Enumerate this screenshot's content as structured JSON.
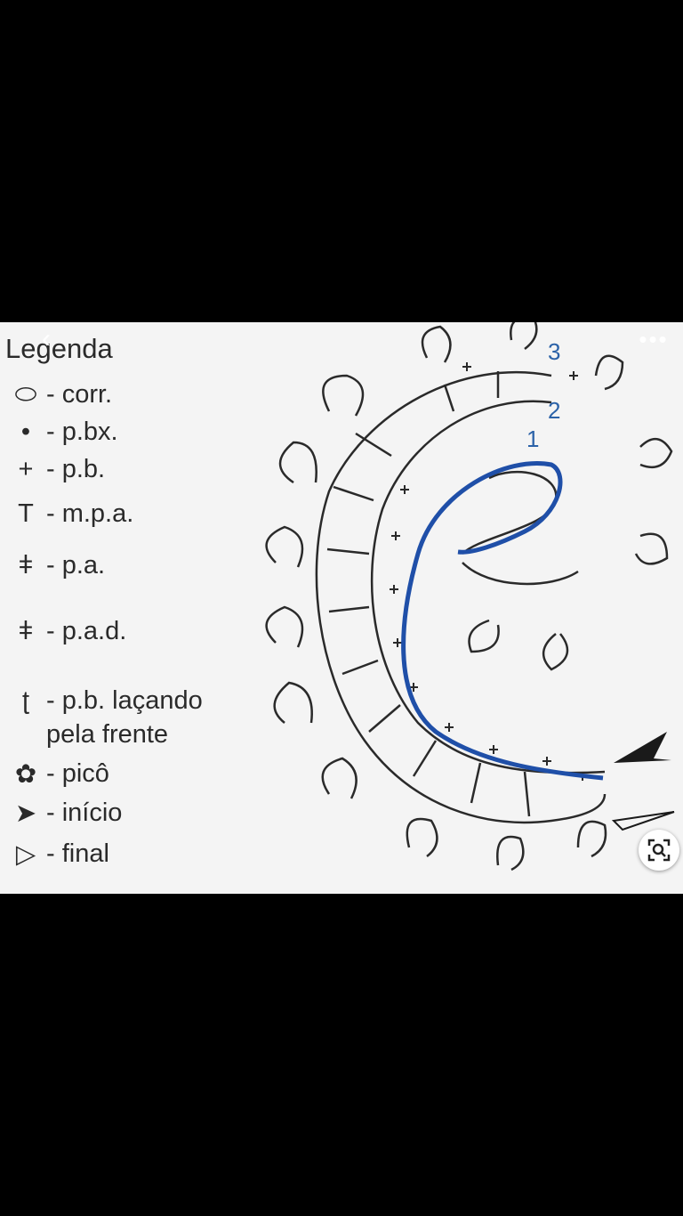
{
  "toolbar": {
    "back_icon": "chevron-left-icon",
    "more_icon": "more-dots-icon",
    "lens_icon": "visual-search-icon"
  },
  "legend": {
    "title": "Legenda",
    "items": [
      {
        "symbol": "⬭",
        "label": "- corr."
      },
      {
        "symbol": "•",
        "label": "- p.bx."
      },
      {
        "symbol": "+",
        "label": "- p.b."
      },
      {
        "symbol": "T",
        "label": "- m.p.a."
      },
      {
        "symbol": "ǂ",
        "label": "- p.a."
      },
      {
        "symbol": "ǂ",
        "label": "- p.a.d."
      },
      {
        "symbol": "ʈ",
        "label": "- p.b. laçando"
      },
      {
        "symbol": "",
        "label": "pela frente"
      },
      {
        "symbol": "✿",
        "label": "- picô"
      },
      {
        "symbol": "➤",
        "label": "- início"
      },
      {
        "symbol": "▷",
        "label": "- final"
      }
    ]
  },
  "diagram": {
    "row_labels": [
      "1",
      "2",
      "3"
    ],
    "highlight_color": "#1f4fa8",
    "ink_color": "#2a2a2a"
  }
}
